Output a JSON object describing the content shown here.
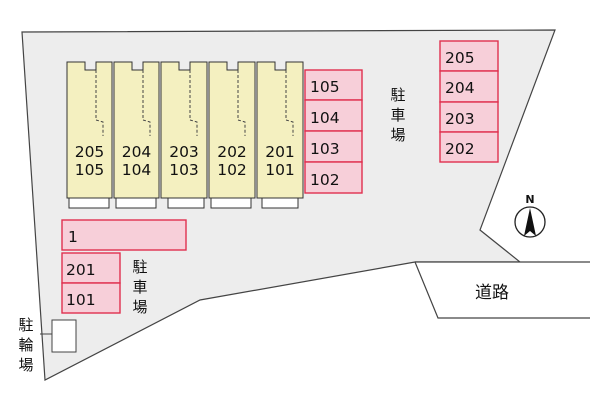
{
  "buildings": [
    {
      "upper": "205",
      "lower": "105"
    },
    {
      "upper": "204",
      "lower": "104"
    },
    {
      "upper": "203",
      "lower": "103"
    },
    {
      "upper": "202",
      "lower": "102"
    },
    {
      "upper": "201",
      "lower": "101"
    }
  ],
  "parking_middle": {
    "spots": [
      "105",
      "104",
      "103",
      "102"
    ],
    "label": [
      "駐",
      "車",
      "場"
    ]
  },
  "parking_right": {
    "spots": [
      "205",
      "204",
      "203",
      "202"
    ]
  },
  "parking_left": {
    "wide_spot": "1",
    "spots": [
      "201",
      "101"
    ],
    "label": [
      "駐",
      "車",
      "場"
    ]
  },
  "bicycle_parking": {
    "label": [
      "駐",
      "輪",
      "場"
    ]
  },
  "road": {
    "label": "道路"
  },
  "compass": {
    "label": "N"
  }
}
